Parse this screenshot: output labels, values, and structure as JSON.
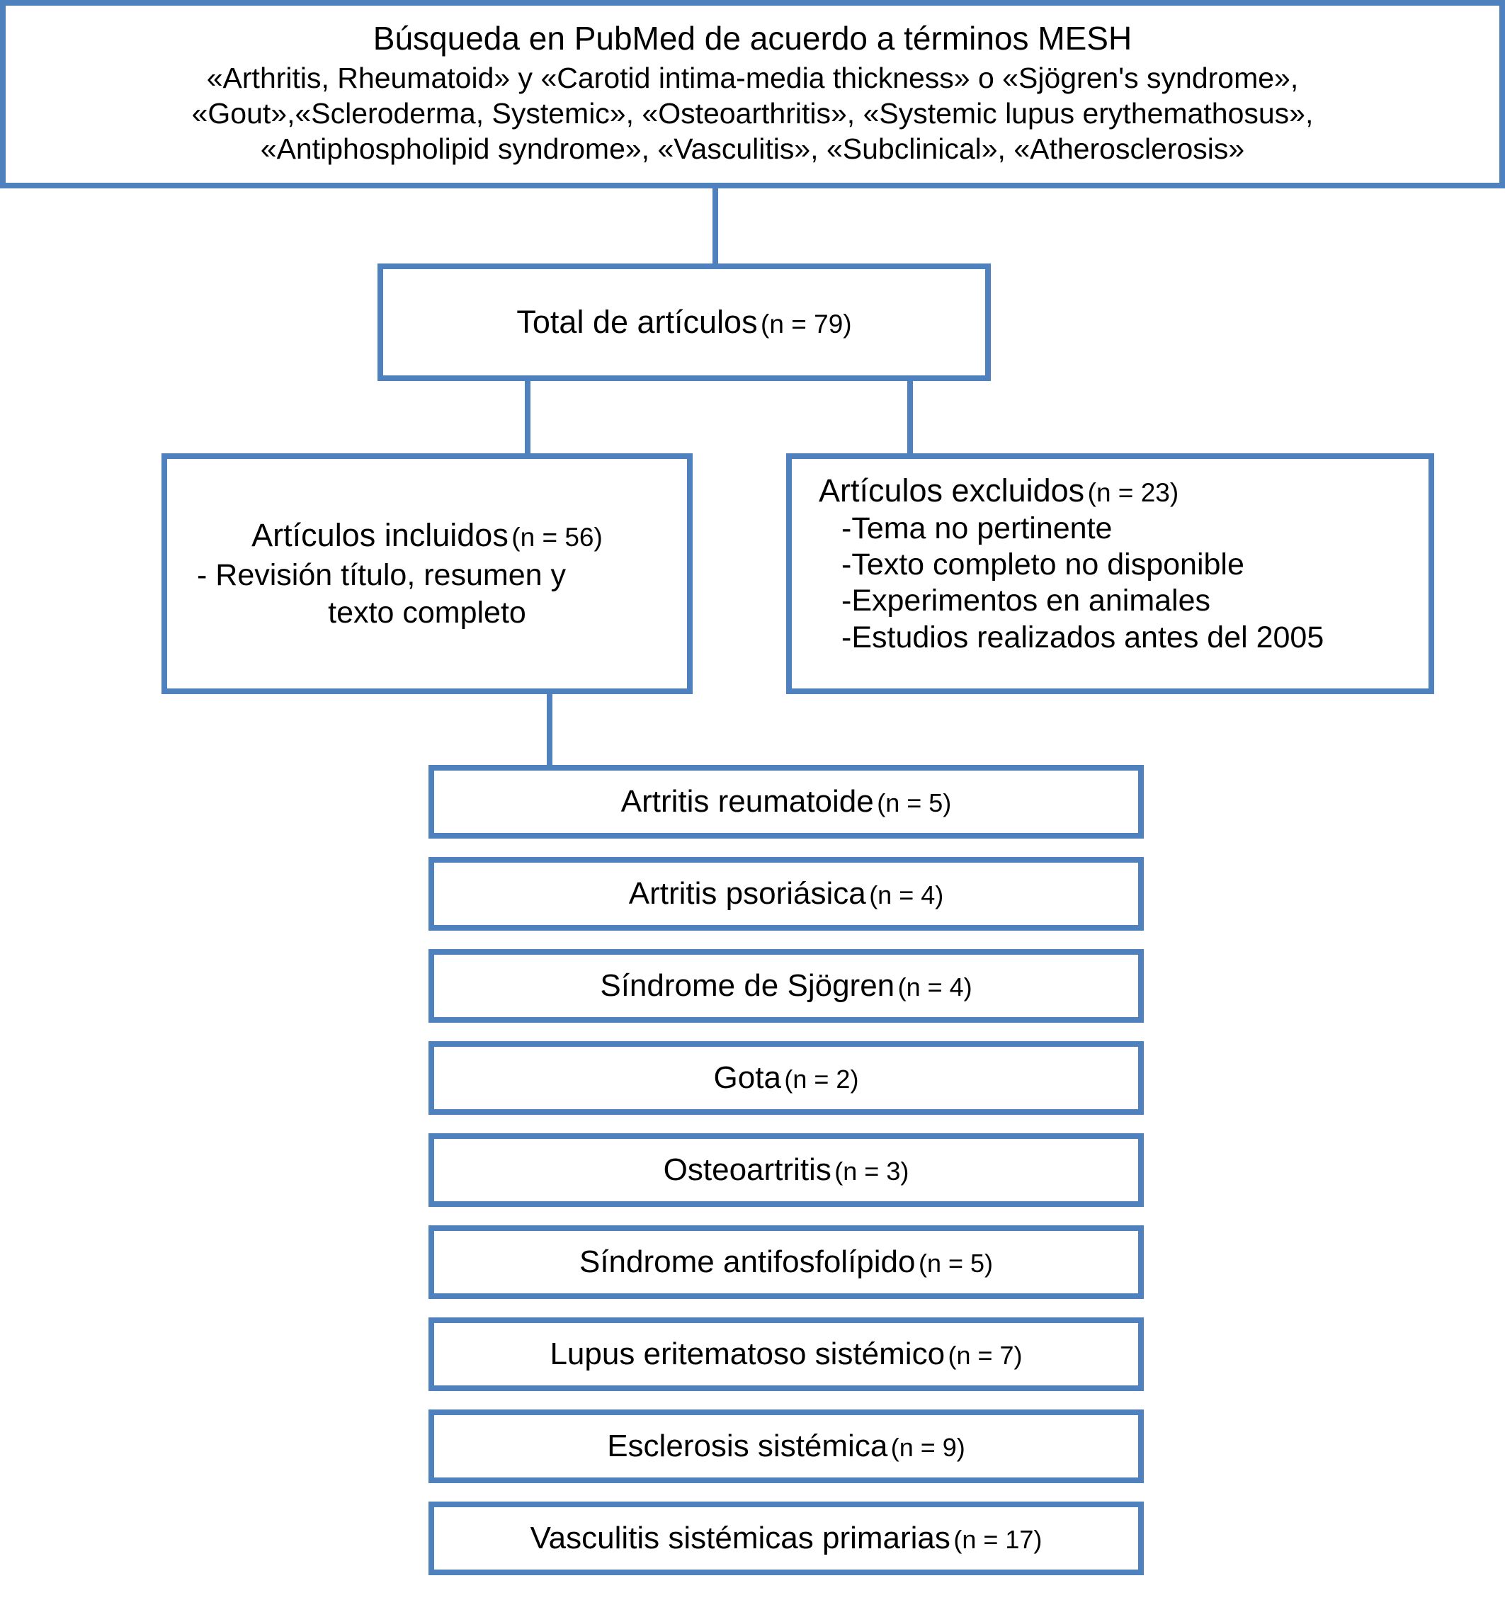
{
  "colors": {
    "border": "#4e81bd",
    "background": "#ffffff",
    "text": "#000000"
  },
  "search_box": {
    "title": "Búsqueda en PubMed de acuerdo a términos MESH",
    "terms_line_1": "«Arthritis, Rheumatoid» y «Carotid intima-media thickness» o «Sjögren's syndrome»,",
    "terms_line_2": "«Gout»,«Scleroderma, Systemic», «Osteoarthritis», «Systemic lupus erythemathosus»,",
    "terms_line_3": "«Antiphospholipid syndrome», «Vasculitis», «Subclinical», «Atherosclerosis»"
  },
  "total_box": {
    "label": "Total de artículos",
    "count": "(n = 79)"
  },
  "included_box": {
    "label": "Artículos incluidos",
    "count": "(n = 56)",
    "detail_line_1": "- Revisión título, resumen y",
    "detail_line_2": "texto completo"
  },
  "excluded_box": {
    "label": "Artículos excluidos",
    "count": "(n = 23)",
    "reasons": [
      "-Tema no pertinente",
      "-Texto completo no disponible",
      "-Experimentos en animales",
      "-Estudios realizados antes del 2005"
    ]
  },
  "diseases": [
    {
      "label": "Artritis reumatoide",
      "count": "(n = 5)"
    },
    {
      "label": "Artritis psoriásica",
      "count": "(n = 4)"
    },
    {
      "label": "Síndrome de Sjögren",
      "count": "(n = 4)"
    },
    {
      "label": "Gota",
      "count": "(n = 2)"
    },
    {
      "label": "Osteoartritis",
      "count": "(n = 3)"
    },
    {
      "label": "Síndrome antifosfolípido",
      "count": "(n = 5)"
    },
    {
      "label": "Lupus eritematoso sistémico",
      "count": "(n = 7)"
    },
    {
      "label": "Esclerosis sistémica",
      "count": "(n = 9)"
    },
    {
      "label": "Vasculitis sistémicas primarias",
      "count": "(n = 17)"
    }
  ]
}
